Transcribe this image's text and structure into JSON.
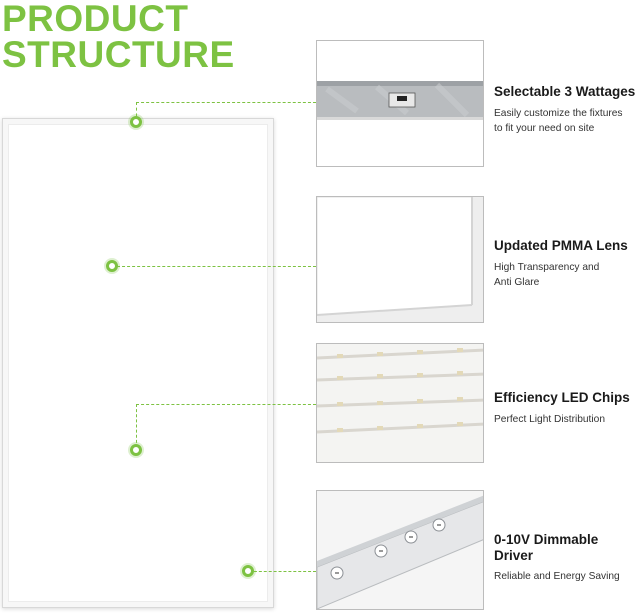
{
  "header": {
    "line1": "PRODUCT",
    "line2": "STRUCTURE"
  },
  "colors": {
    "accent": "#7dc242",
    "text": "#1a1a1a"
  },
  "features": [
    {
      "title": "Selectable 3 Wattages",
      "desc_lines": [
        "Easily customize the fixtures",
        "to fit your need on site"
      ]
    },
    {
      "title": "Updated PMMA Lens",
      "desc_lines": [
        "High Transparency and",
        "Anti Glare"
      ]
    },
    {
      "title": "Efficiency LED Chips",
      "desc_lines": [
        "Perfect Light Distribution"
      ]
    },
    {
      "title_lines": [
        "0-10V Dimmable",
        "Driver"
      ],
      "desc_lines": [
        "Reliable and Energy Saving"
      ]
    }
  ]
}
